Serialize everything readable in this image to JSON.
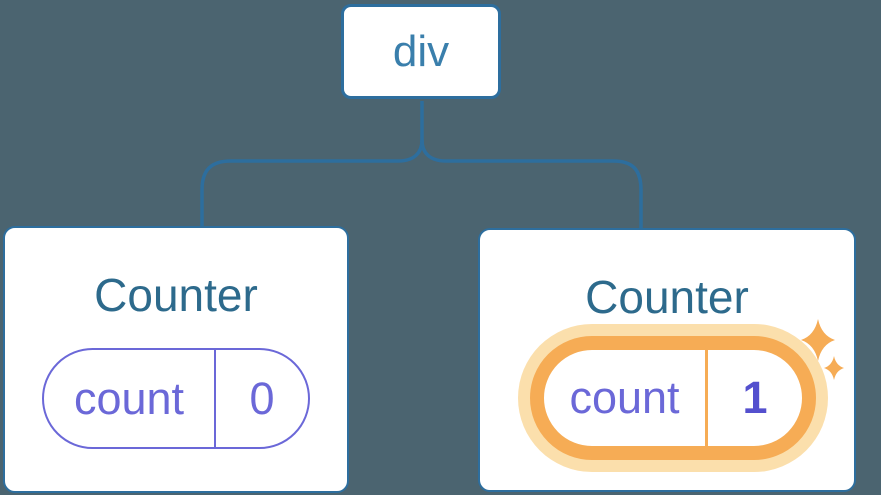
{
  "canvas": {
    "background_color": "#4B6470"
  },
  "palette": {
    "node_border_blue": "#2D6E9E",
    "node_label_blue": "#3A7FAC",
    "card_title_blue": "#2D6A8C",
    "state_purple": "#6B68D8",
    "state_value_bold_purple": "#5450CE",
    "highlight_orange": "#F6AC55",
    "highlight_halo_orange": "#FBDFAC",
    "card_background": "#FFFFFF"
  },
  "icons": {
    "sparkle": "sparkle-icon"
  },
  "tree": {
    "root": {
      "label": "div"
    },
    "children": [
      {
        "title": "Counter",
        "state": {
          "key": "count",
          "value": "0"
        },
        "highlighted": false
      },
      {
        "title": "Counter",
        "state": {
          "key": "count",
          "value": "1"
        },
        "highlighted": true
      }
    ]
  }
}
